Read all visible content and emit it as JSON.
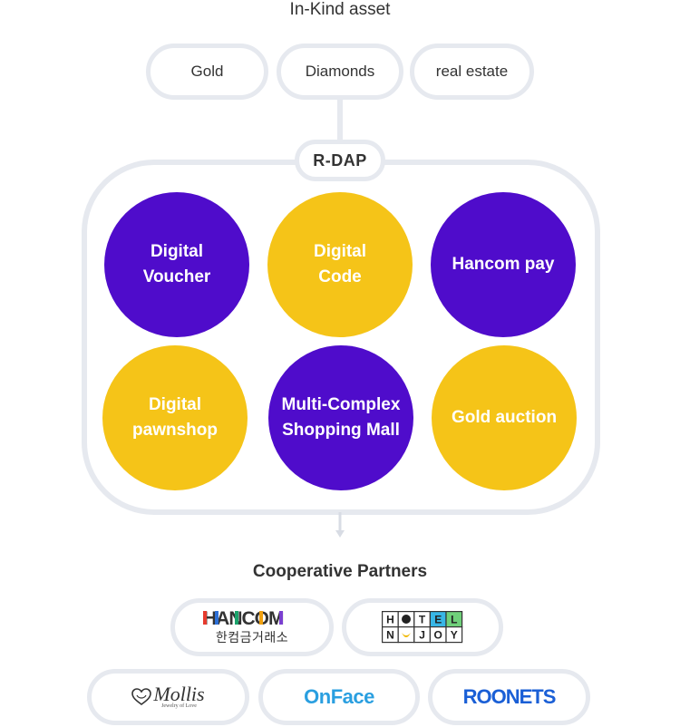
{
  "top": {
    "title": "In-Kind asset",
    "assets": [
      "Gold",
      "Diamonds",
      "real estate"
    ]
  },
  "platform": {
    "label": "R-DAP",
    "services": [
      {
        "label": "Digital\nVoucher",
        "color": "#4f0ccb"
      },
      {
        "label": "Digital\nCode",
        "color": "#f5c418"
      },
      {
        "label": "Hancom pay",
        "color": "#4f0ccb"
      },
      {
        "label": "Digital\npawnshop",
        "color": "#f5c418"
      },
      {
        "label": "Multi-Complex\nShopping Mall",
        "color": "#4f0ccb"
      },
      {
        "label": "Gold auction",
        "color": "#f5c418"
      }
    ]
  },
  "partners": {
    "title": "Cooperative Partners",
    "logos": {
      "hancom": {
        "wordmark": "HANCOM",
        "subtitle": "한컴금거래소"
      },
      "hotel": {
        "row1": [
          "H",
          "",
          "T",
          "E",
          "L"
        ],
        "row2": [
          "N",
          "",
          "J",
          "O",
          "Y"
        ]
      },
      "mollis": {
        "wordmark": "Mollis",
        "tagline": "Jewelry of Love"
      },
      "onface": {
        "wordmark": "OnFace"
      },
      "roonets": {
        "wordmark": "ROONETS"
      }
    }
  },
  "colors": {
    "purple": "#4f0ccb",
    "yellow": "#f5c418",
    "border": "#e6e9ef",
    "roonets_blue": "#1a5fd6",
    "onface_blue": "#2a9fe0"
  }
}
